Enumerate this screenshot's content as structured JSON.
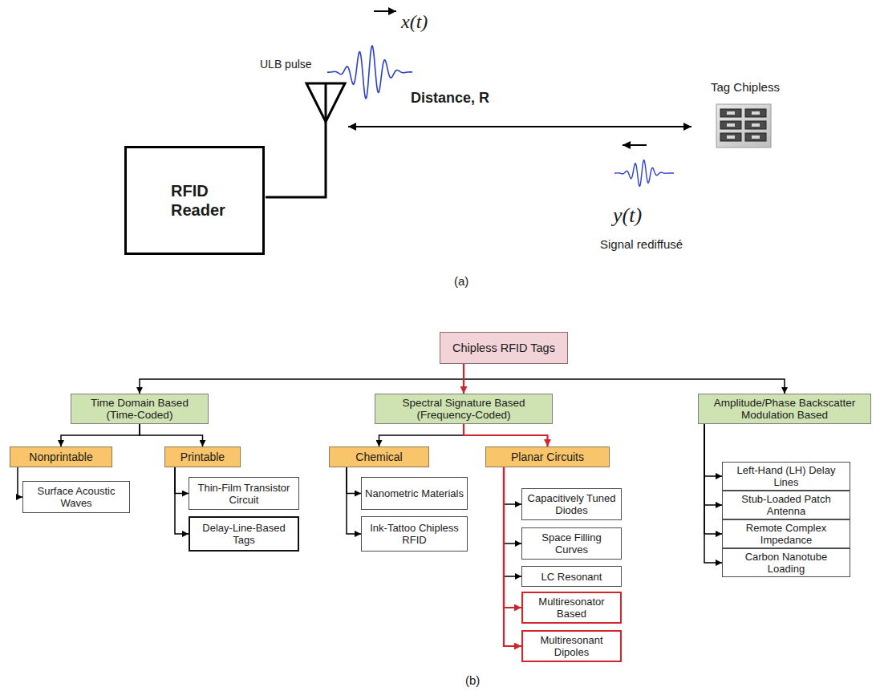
{
  "diagram": {
    "nodes": [
      {
        "text": [
          "RFID Reader"
        ]
      },
      {
        "text": [
          "Chipless RFID Tags"
        ]
      },
      {
        "text": [
          "Time Domain Based (Time-Coded)"
        ]
      },
      {
        "text": [
          "Spectral Signature Based (Frequency-Coded)"
        ]
      },
      {
        "text": [
          "Amplitude/Phase Backscatter Modulation Based"
        ]
      },
      {
        "text": [
          "Nonprintable"
        ]
      },
      {
        "text": [
          "Printable"
        ]
      },
      {
        "text": [
          "Chemical"
        ]
      },
      {
        "text": [
          "Planar Circuits"
        ]
      },
      {
        "text": [
          "Surface Acoustic Waves"
        ]
      },
      {
        "text": [
          "Thin-Film Transistor Circuit"
        ]
      },
      {
        "text": [
          "Delay-Line-Based Tags"
        ]
      },
      {
        "text": [
          "Nanometric Materials"
        ]
      },
      {
        "text": [
          "Ink-Tattoo Chipless RFID"
        ]
      },
      {
        "text": [
          "Capacitively Tuned Diodes"
        ]
      },
      {
        "text": [
          "Space Filling Curves"
        ]
      },
      {
        "text": [
          "LC Resonant"
        ]
      },
      {
        "text": [
          "Multiresonator Based"
        ]
      },
      {
        "text": [
          "Multiresonant Dipoles"
        ]
      },
      {
        "text": [
          "Left-Hand (LH) Delay Lines"
        ]
      },
      {
        "text": [
          "Stub-Loaded Patch Antenna"
        ]
      },
      {
        "text": [
          "Remote Complex Impedance"
        ]
      },
      {
        "text": [
          "Carbon Nanotube Loading"
        ]
      }
    ],
    "edges": [
      {
        "from": 1,
        "to": 2,
        "arrow": "to"
      },
      {
        "from": 1,
        "to": 4,
        "arrow": "to"
      },
      {
        "from": 1,
        "to": 3,
        "arrow": "to"
      },
      {
        "from": 2,
        "to": 5,
        "arrow": "to"
      },
      {
        "from": 2,
        "to": 6,
        "arrow": "to"
      },
      {
        "from": 3,
        "to": 7,
        "arrow": "to"
      },
      {
        "from": 3,
        "to": 8,
        "arrow": "to"
      },
      {
        "from": 5,
        "to": 9,
        "arrow": "to"
      },
      {
        "from": 6,
        "to": 10,
        "arrow": "to"
      },
      {
        "from": 6,
        "to": 11,
        "arrow": "to"
      },
      {
        "from": 7,
        "to": 12,
        "arrow": "to"
      },
      {
        "from": 7,
        "to": 13,
        "arrow": "to"
      },
      {
        "from": 8,
        "to": 14,
        "arrow": "to"
      },
      {
        "from": 8,
        "to": 15,
        "arrow": "to"
      },
      {
        "from": 8,
        "to": 16,
        "arrow": "to"
      },
      {
        "from": 8,
        "to": 17,
        "arrow": "to"
      },
      {
        "from": 8,
        "to": 18,
        "arrow": "to"
      },
      {
        "from": 4,
        "to": 19,
        "arrow": "to"
      },
      {
        "from": 4,
        "to": 20,
        "arrow": "to"
      },
      {
        "from": 4,
        "to": 21,
        "arrow": "to"
      },
      {
        "from": 4,
        "to": 22,
        "arrow": "to"
      }
    ],
    "labels": [
      "x(t)",
      "ULB pulse",
      "Distance, R",
      "Tag Chipless",
      "y(t)",
      "Signal rediffusé",
      "(a)",
      "(b)"
    ]
  }
}
